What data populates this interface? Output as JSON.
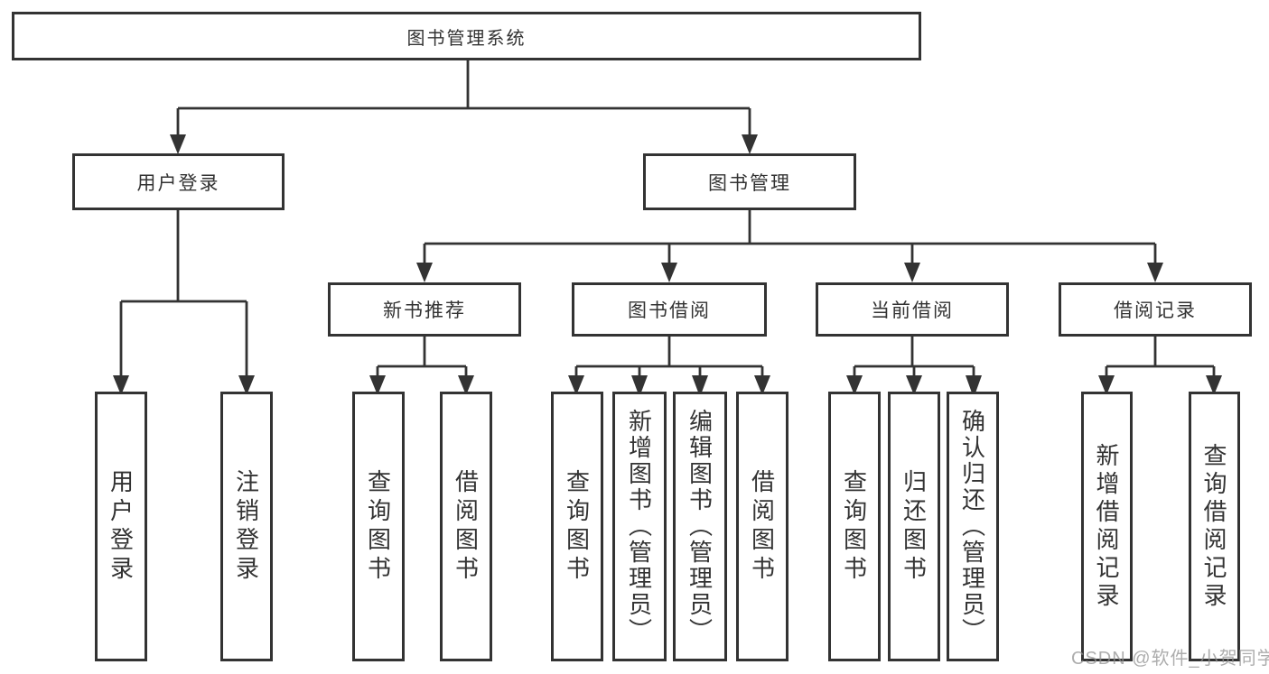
{
  "diagram_title": "图书管理系统",
  "tree": {
    "label": "图书管理系统",
    "children": [
      {
        "label": "用户登录",
        "children": [
          {
            "label": "用户登录"
          },
          {
            "label": "注销登录"
          }
        ]
      },
      {
        "label": "图书管理",
        "children": [
          {
            "label": "新书推荐",
            "children": [
              {
                "label": "查询图书"
              },
              {
                "label": "借阅图书"
              }
            ]
          },
          {
            "label": "图书借阅",
            "children": [
              {
                "label": "查询图书"
              },
              {
                "label": "新增图书（管理员）"
              },
              {
                "label": "编辑图书（管理员）"
              },
              {
                "label": "借阅图书"
              }
            ]
          },
          {
            "label": "当前借阅",
            "children": [
              {
                "label": "查询图书"
              },
              {
                "label": "归还图书"
              },
              {
                "label": "确认归还（管理员）"
              }
            ]
          },
          {
            "label": "借阅记录",
            "children": [
              {
                "label": "新增借阅记录"
              },
              {
                "label": "查询借阅记录"
              }
            ]
          }
        ]
      }
    ]
  },
  "watermark": "CSDN @软件_小贺同学",
  "colors": {
    "line": "#333333",
    "box_background": "#ffffff",
    "text": "#333333",
    "watermark": "#919191"
  }
}
